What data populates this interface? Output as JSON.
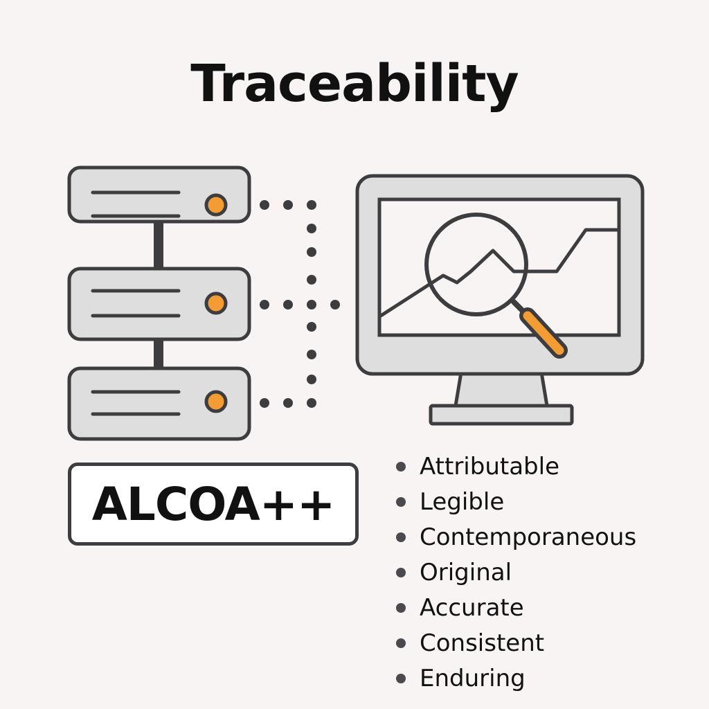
{
  "title": "Traceability",
  "alcoa": {
    "label": "ALCOA++"
  },
  "principles": [
    "Attributable",
    "Legible",
    "Contemporaneous",
    "Original",
    "Accurate",
    "Consistent",
    "Enduring"
  ],
  "colors": {
    "background": "#f8f4f4",
    "outline": "#3d3d3f",
    "fill": "#dededf",
    "accent": "#f39c34",
    "text": "#111111"
  },
  "icons": {
    "server_stack": "server-stack-icon",
    "monitor": "monitor-icon",
    "magnifier": "magnifying-glass-icon",
    "chart": "line-chart-icon"
  }
}
